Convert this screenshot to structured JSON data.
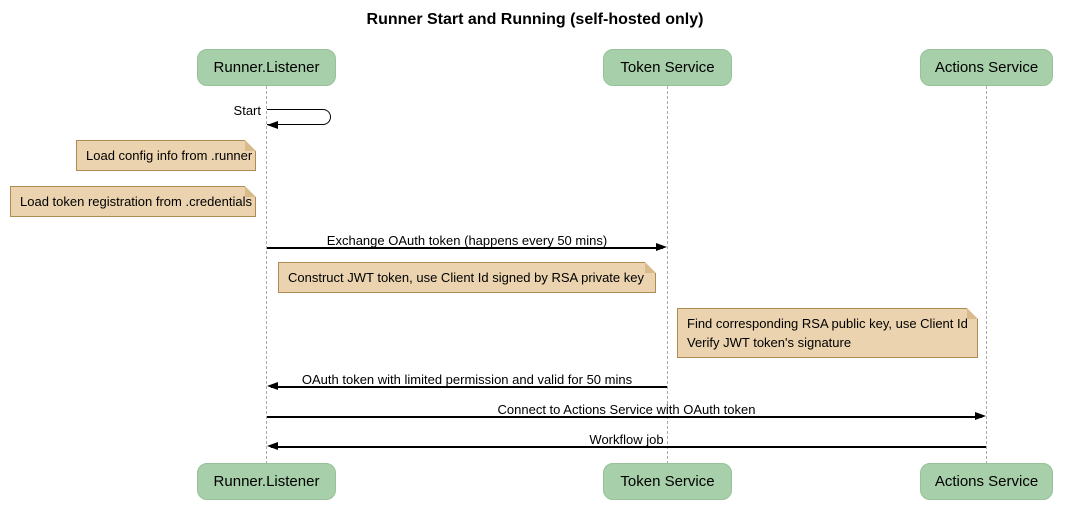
{
  "title": "Runner Start and Running (self-hosted only)",
  "participants": [
    {
      "label": "Runner.Listener"
    },
    {
      "label": "Token Service"
    },
    {
      "label": "Actions Service"
    }
  ],
  "messages": [
    {
      "label": "Start",
      "from": "Runner.Listener",
      "to": "Runner.Listener",
      "kind": "self"
    },
    {
      "label": "Exchange OAuth token (happens every 50 mins)",
      "from": "Runner.Listener",
      "to": "Token Service",
      "kind": "arrow-right"
    },
    {
      "label": "OAuth token with limited permission and valid for 50 mins",
      "from": "Token Service",
      "to": "Runner.Listener",
      "kind": "arrow-left"
    },
    {
      "label": "Connect to Actions Service with OAuth token",
      "from": "Runner.Listener",
      "to": "Actions Service",
      "kind": "arrow-right"
    },
    {
      "label": "Workflow job",
      "from": "Actions Service",
      "to": "Runner.Listener",
      "kind": "arrow-left"
    }
  ],
  "notes": [
    {
      "text": "Load config info from .runner"
    },
    {
      "text": "Load token registration from .credentials"
    },
    {
      "text": "Construct JWT token, use Client Id signed by RSA private key"
    },
    {
      "lines": [
        "Find corresponding RSA public key, use Client Id",
        "Verify JWT token's signature"
      ]
    }
  ],
  "colors": {
    "participant_fill": "#a7cfa9",
    "participant_border": "#96c199",
    "note_fill": "#ead3ae",
    "note_border": "#ae8a54",
    "note_fold": "#d9ba8a",
    "lifeline": "#a9a9a9",
    "arrow": "#000000",
    "text": "#000000",
    "background": "#ffffff"
  }
}
